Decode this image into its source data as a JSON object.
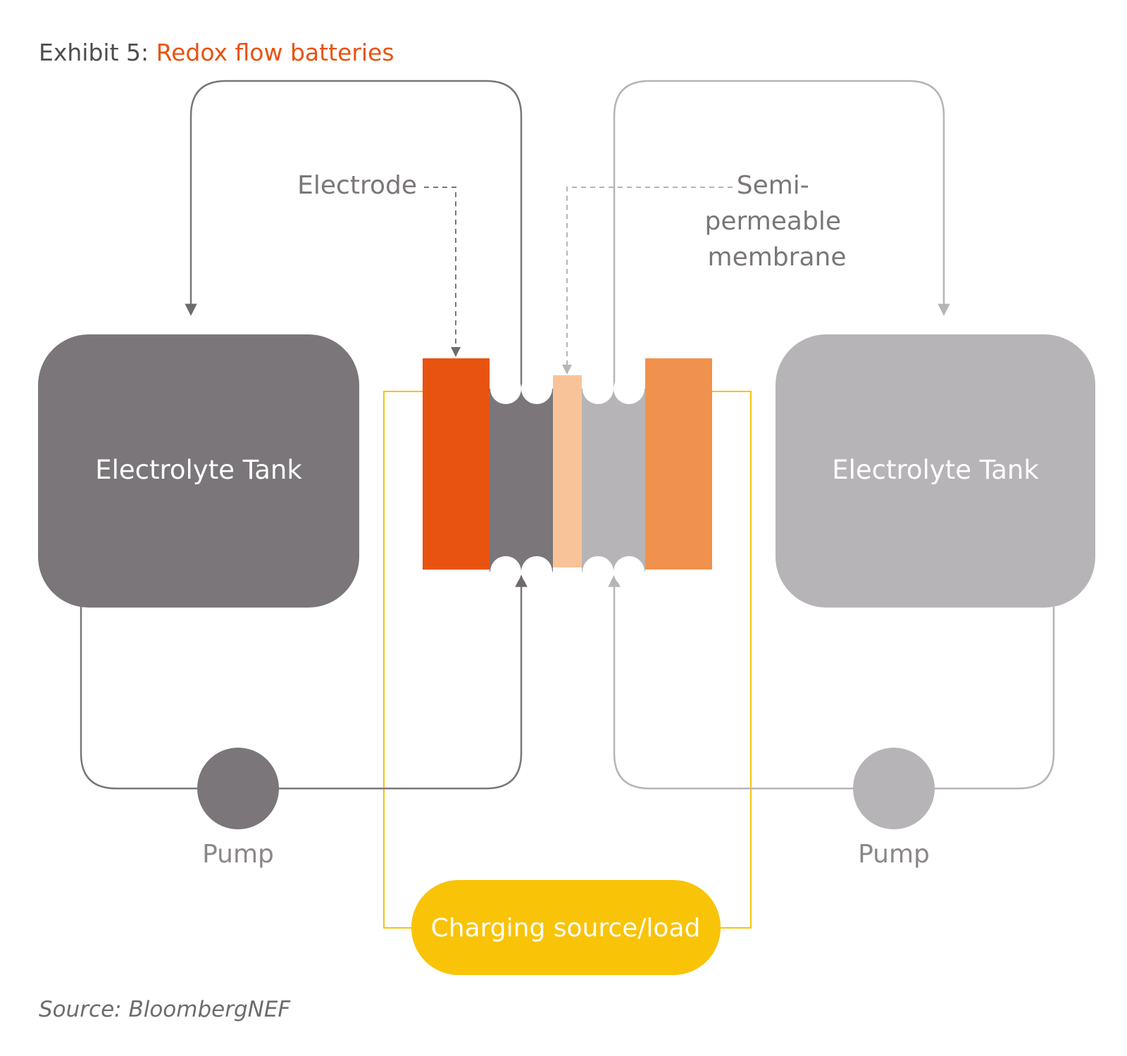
{
  "title": {
    "prefix": "Exhibit 5: ",
    "highlight": "Redox flow batteries"
  },
  "labels": {
    "electrode": "Electrode",
    "membrane_line1": "Semi-",
    "membrane_line2": "permeable",
    "membrane_line3": "membrane"
  },
  "left_tank": {
    "label": "Electrolyte Tank"
  },
  "right_tank": {
    "label": "Electrolyte Tank"
  },
  "left_pump": {
    "label": "Pump"
  },
  "right_pump": {
    "label": "Pump"
  },
  "charging": {
    "label": "Charging source/load"
  },
  "source": "Source: BloombergNEF",
  "colors": {
    "dark_gray": "#7a7679",
    "light_gray": "#b7b4b7",
    "negative_electrode": "#e8530f",
    "positive_electrode": "#f0924d",
    "membrane": "#f9c39a",
    "charging": "#f9c307",
    "title_accent": "#e8530f"
  }
}
